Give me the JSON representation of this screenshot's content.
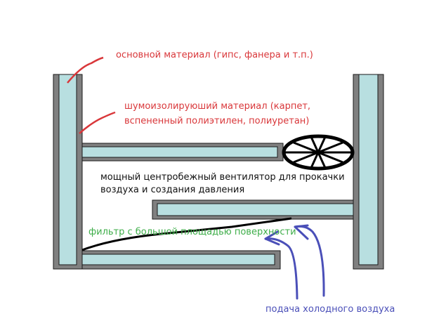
{
  "labels": {
    "base_material": "основной материал (гипс, фанера и т.п.)",
    "sound_material_line1": "шумоизолируюший материал (карпет,",
    "sound_material_line2": "вспененный полиэтилен, полиуретан)",
    "fan_line1": "мощный центробежный вентилятор для прокачки",
    "fan_line2": "воздуха и создания давления",
    "filter": "фильтр с большой площадью поверхности",
    "cold_air": "подача холодного воздуха"
  },
  "colors": {
    "red": "#d9373a",
    "green": "#3fae4a",
    "blue": "#4a4fb8",
    "wall": "#808080",
    "insulation": "#b8dfe0"
  }
}
